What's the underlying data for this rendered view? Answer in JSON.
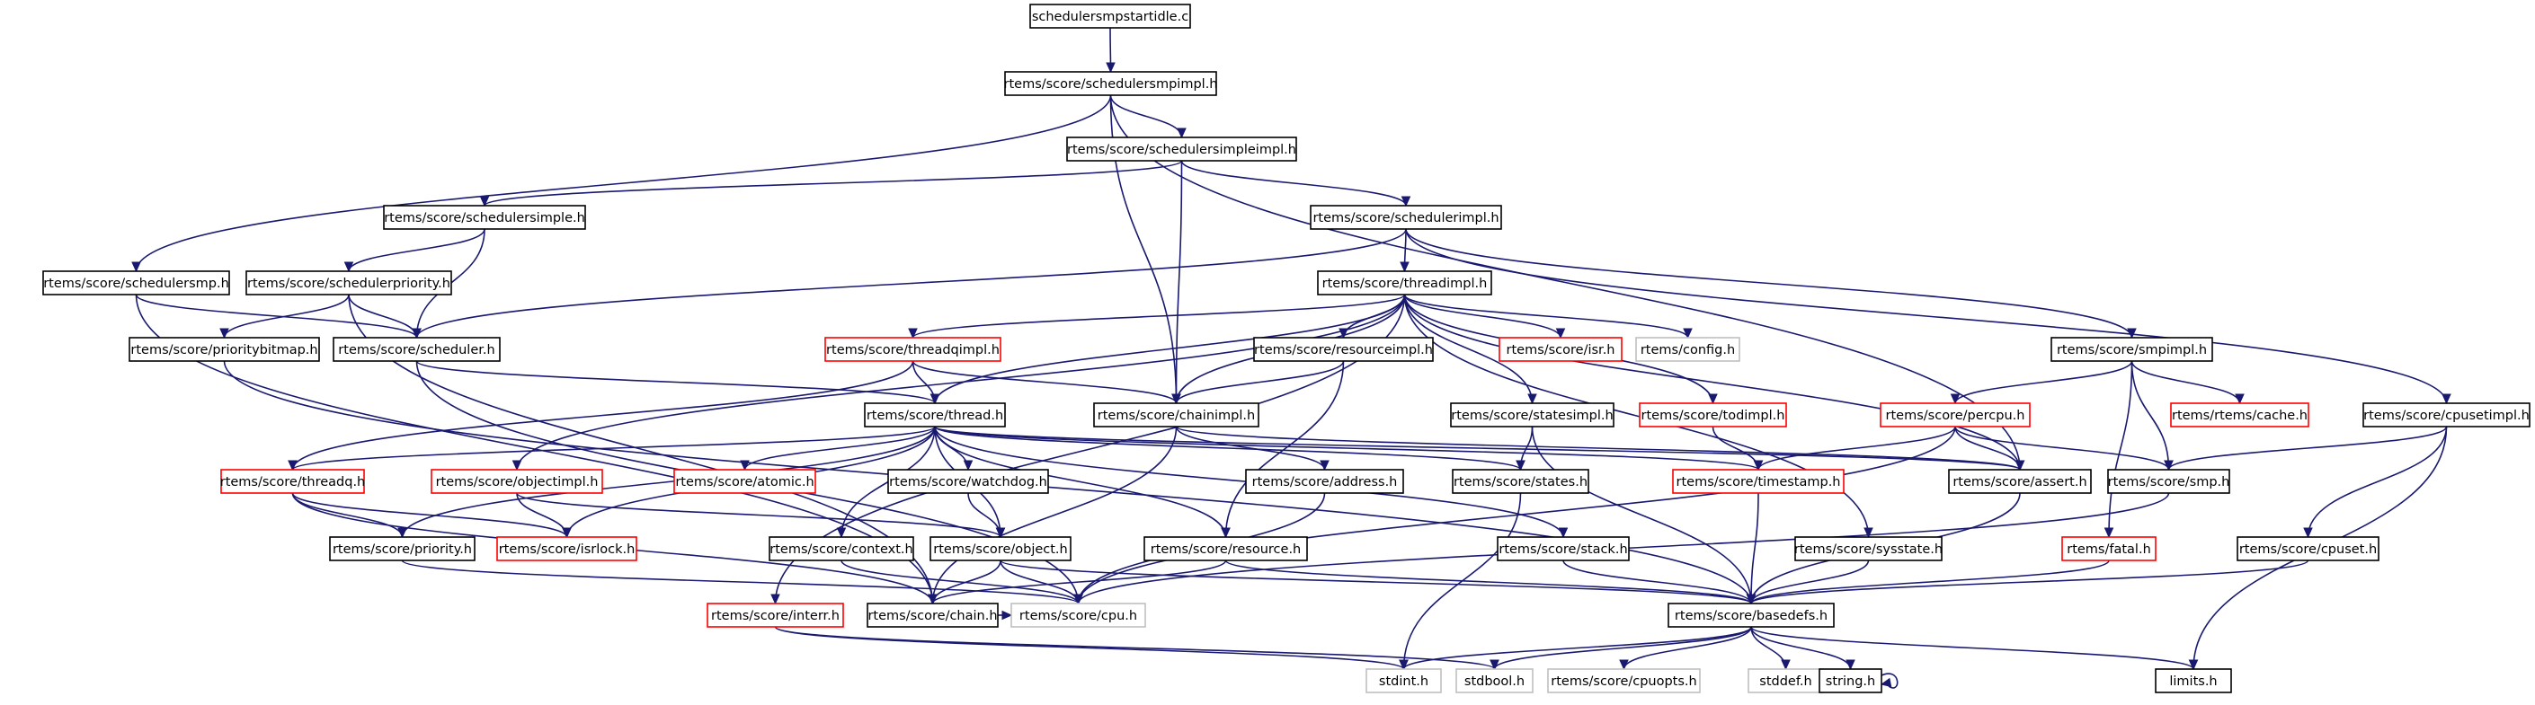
{
  "colors": {
    "edge": "#191970",
    "border_resolved": "#000000",
    "border_unresolved": "#ff0000",
    "border_external": "#bfbfbf",
    "root_fill": "#bfbfbf",
    "node_fill": "#ffffff"
  },
  "nodes": [
    {
      "id": "root",
      "label": "schedulersmpstartidle.c",
      "kind": "root"
    },
    {
      "id": "schedulersmpimpl",
      "label": "rtems/score/schedulersmpimpl.h",
      "kind": "resolved"
    },
    {
      "id": "schedulersimpleimpl",
      "label": "rtems/score/schedulersimpleimpl.h",
      "kind": "resolved"
    },
    {
      "id": "schedulersimple",
      "label": "rtems/score/schedulersimple.h",
      "kind": "resolved"
    },
    {
      "id": "schedulerimpl",
      "label": "rtems/score/schedulerimpl.h",
      "kind": "resolved"
    },
    {
      "id": "schedulersmp",
      "label": "rtems/score/schedulersmp.h",
      "kind": "resolved"
    },
    {
      "id": "schedulerpriority",
      "label": "rtems/score/schedulerpriority.h",
      "kind": "resolved"
    },
    {
      "id": "threadimpl",
      "label": "rtems/score/threadimpl.h",
      "kind": "resolved"
    },
    {
      "id": "prioritybitmap",
      "label": "rtems/score/prioritybitmap.h",
      "kind": "resolved"
    },
    {
      "id": "scheduler",
      "label": "rtems/score/scheduler.h",
      "kind": "resolved"
    },
    {
      "id": "threadqimpl",
      "label": "rtems/score/threadqimpl.h",
      "kind": "unresolved"
    },
    {
      "id": "resourceimpl",
      "label": "rtems/score/resourceimpl.h",
      "kind": "resolved"
    },
    {
      "id": "isr",
      "label": "rtems/score/isr.h",
      "kind": "unresolved"
    },
    {
      "id": "config",
      "label": "rtems/config.h",
      "kind": "external"
    },
    {
      "id": "smpimpl",
      "label": "rtems/score/smpimpl.h",
      "kind": "resolved"
    },
    {
      "id": "cpusetimpl",
      "label": "rtems/score/cpusetimpl.h",
      "kind": "resolved"
    },
    {
      "id": "thread",
      "label": "rtems/score/thread.h",
      "kind": "resolved"
    },
    {
      "id": "chainimpl",
      "label": "rtems/score/chainimpl.h",
      "kind": "resolved"
    },
    {
      "id": "statesimpl",
      "label": "rtems/score/statesimpl.h",
      "kind": "resolved"
    },
    {
      "id": "todimpl",
      "label": "rtems/score/todimpl.h",
      "kind": "unresolved"
    },
    {
      "id": "percpu",
      "label": "rtems/score/percpu.h",
      "kind": "unresolved"
    },
    {
      "id": "cache",
      "label": "rtems/rtems/cache.h",
      "kind": "unresolved"
    },
    {
      "id": "threadq",
      "label": "rtems/score/threadq.h",
      "kind": "unresolved"
    },
    {
      "id": "objectimpl",
      "label": "rtems/score/objectimpl.h",
      "kind": "unresolved"
    },
    {
      "id": "atomic",
      "label": "rtems/score/atomic.h",
      "kind": "unresolved"
    },
    {
      "id": "watchdog",
      "label": "rtems/score/watchdog.h",
      "kind": "resolved"
    },
    {
      "id": "address",
      "label": "rtems/score/address.h",
      "kind": "resolved"
    },
    {
      "id": "states",
      "label": "rtems/score/states.h",
      "kind": "resolved"
    },
    {
      "id": "timestamp",
      "label": "rtems/score/timestamp.h",
      "kind": "unresolved"
    },
    {
      "id": "assert",
      "label": "rtems/score/assert.h",
      "kind": "resolved"
    },
    {
      "id": "smp",
      "label": "rtems/score/smp.h",
      "kind": "resolved"
    },
    {
      "id": "priority",
      "label": "rtems/score/priority.h",
      "kind": "resolved"
    },
    {
      "id": "isrlock",
      "label": "rtems/score/isrlock.h",
      "kind": "unresolved"
    },
    {
      "id": "context",
      "label": "rtems/score/context.h",
      "kind": "resolved"
    },
    {
      "id": "object",
      "label": "rtems/score/object.h",
      "kind": "resolved"
    },
    {
      "id": "resource",
      "label": "rtems/score/resource.h",
      "kind": "resolved"
    },
    {
      "id": "stack",
      "label": "rtems/score/stack.h",
      "kind": "resolved"
    },
    {
      "id": "sysstate",
      "label": "rtems/score/sysstate.h",
      "kind": "resolved"
    },
    {
      "id": "fatal",
      "label": "rtems/fatal.h",
      "kind": "unresolved"
    },
    {
      "id": "cpuset",
      "label": "rtems/score/cpuset.h",
      "kind": "resolved"
    },
    {
      "id": "chain",
      "label": "rtems/score/chain.h",
      "kind": "resolved"
    },
    {
      "id": "cpu",
      "label": "rtems/score/cpu.h",
      "kind": "external"
    },
    {
      "id": "basedefs",
      "label": "rtems/score/basedefs.h",
      "kind": "resolved"
    },
    {
      "id": "interr",
      "label": "rtems/score/interr.h",
      "kind": "unresolved"
    },
    {
      "id": "stdint",
      "label": "stdint.h",
      "kind": "external"
    },
    {
      "id": "stdbool",
      "label": "stdbool.h",
      "kind": "external"
    },
    {
      "id": "cpuopts",
      "label": "rtems/score/cpuopts.h",
      "kind": "external"
    },
    {
      "id": "stddef",
      "label": "stddef.h",
      "kind": "external"
    },
    {
      "id": "string",
      "label": "string.h",
      "kind": "resolved"
    },
    {
      "id": "limits",
      "label": "limits.h",
      "kind": "resolved"
    }
  ],
  "edges": [
    [
      "root",
      "schedulersmpimpl"
    ],
    [
      "schedulersmpimpl",
      "schedulersimpleimpl"
    ],
    [
      "schedulersmpimpl",
      "schedulersmp"
    ],
    [
      "schedulersmpimpl",
      "chainimpl"
    ],
    [
      "schedulersmpimpl",
      "assert"
    ],
    [
      "schedulersimpleimpl",
      "schedulersimple"
    ],
    [
      "schedulersimpleimpl",
      "schedulerimpl"
    ],
    [
      "schedulersimpleimpl",
      "chainimpl"
    ],
    [
      "schedulersimple",
      "schedulerpriority"
    ],
    [
      "schedulersimple",
      "scheduler"
    ],
    [
      "schedulerimpl",
      "threadimpl"
    ],
    [
      "schedulerimpl",
      "scheduler"
    ],
    [
      "schedulerimpl",
      "smpimpl"
    ],
    [
      "schedulerimpl",
      "cpusetimpl"
    ],
    [
      "schedulersmp",
      "scheduler"
    ],
    [
      "schedulersmp",
      "chain"
    ],
    [
      "schedulerpriority",
      "prioritybitmap"
    ],
    [
      "schedulerpriority",
      "scheduler"
    ],
    [
      "schedulerpriority",
      "chain"
    ],
    [
      "threadimpl",
      "threadqimpl"
    ],
    [
      "threadimpl",
      "thread"
    ],
    [
      "threadimpl",
      "chainimpl"
    ],
    [
      "threadimpl",
      "resourceimpl"
    ],
    [
      "threadimpl",
      "isr"
    ],
    [
      "threadimpl",
      "config"
    ],
    [
      "threadimpl",
      "statesimpl"
    ],
    [
      "threadimpl",
      "todimpl"
    ],
    [
      "threadimpl",
      "objectimpl"
    ],
    [
      "threadimpl",
      "assert"
    ],
    [
      "threadimpl",
      "sysstate"
    ],
    [
      "threadimpl",
      "interr"
    ],
    [
      "prioritybitmap",
      "basedefs"
    ],
    [
      "scheduler",
      "thread"
    ],
    [
      "scheduler",
      "cpu"
    ],
    [
      "threadqimpl",
      "thread"
    ],
    [
      "threadqimpl",
      "chainimpl"
    ],
    [
      "threadqimpl",
      "threadq"
    ],
    [
      "resourceimpl",
      "chainimpl"
    ],
    [
      "resourceimpl",
      "resource"
    ],
    [
      "smpimpl",
      "percpu"
    ],
    [
      "smpimpl",
      "cache"
    ],
    [
      "smpimpl",
      "smp"
    ],
    [
      "smpimpl",
      "fatal"
    ],
    [
      "cpusetimpl",
      "smp"
    ],
    [
      "cpusetimpl",
      "cpuset"
    ],
    [
      "cpusetimpl",
      "limits"
    ],
    [
      "thread",
      "threadq"
    ],
    [
      "thread",
      "priority"
    ],
    [
      "thread",
      "isrlock"
    ],
    [
      "thread",
      "atomic"
    ],
    [
      "thread",
      "context"
    ],
    [
      "thread",
      "watchdog"
    ],
    [
      "thread",
      "object"
    ],
    [
      "thread",
      "resource"
    ],
    [
      "thread",
      "stack"
    ],
    [
      "thread",
      "states"
    ],
    [
      "thread",
      "timestamp"
    ],
    [
      "thread",
      "assert"
    ],
    [
      "chainimpl",
      "address"
    ],
    [
      "chainimpl",
      "chain"
    ],
    [
      "chainimpl",
      "assert"
    ],
    [
      "statesimpl",
      "states"
    ],
    [
      "statesimpl",
      "basedefs"
    ],
    [
      "todimpl",
      "timestamp"
    ],
    [
      "percpu",
      "timestamp"
    ],
    [
      "percpu",
      "assert"
    ],
    [
      "percpu",
      "smp"
    ],
    [
      "percpu",
      "cpu"
    ],
    [
      "threadq",
      "priority"
    ],
    [
      "threadq",
      "isrlock"
    ],
    [
      "threadq",
      "chain"
    ],
    [
      "objectimpl",
      "isrlock"
    ],
    [
      "objectimpl",
      "object"
    ],
    [
      "watchdog",
      "object"
    ],
    [
      "address",
      "cpu"
    ],
    [
      "states",
      "stdint"
    ],
    [
      "timestamp",
      "basedefs"
    ],
    [
      "assert",
      "basedefs"
    ],
    [
      "smp",
      "cpu"
    ],
    [
      "priority",
      "cpu"
    ],
    [
      "context",
      "cpu"
    ],
    [
      "object",
      "chain"
    ],
    [
      "object",
      "cpu"
    ],
    [
      "object",
      "basedefs"
    ],
    [
      "resource",
      "chain"
    ],
    [
      "resource",
      "basedefs"
    ],
    [
      "stack",
      "basedefs"
    ],
    [
      "sysstate",
      "basedefs"
    ],
    [
      "fatal",
      "basedefs"
    ],
    [
      "cpuset",
      "basedefs"
    ],
    [
      "chain",
      "cpu"
    ],
    [
      "interr",
      "stdint"
    ],
    [
      "interr",
      "stdbool"
    ],
    [
      "basedefs",
      "stdint"
    ],
    [
      "basedefs",
      "stdbool"
    ],
    [
      "basedefs",
      "cpuopts"
    ],
    [
      "basedefs",
      "stddef"
    ],
    [
      "basedefs",
      "string"
    ],
    [
      "basedefs",
      "limits"
    ],
    [
      "string",
      "string"
    ]
  ]
}
